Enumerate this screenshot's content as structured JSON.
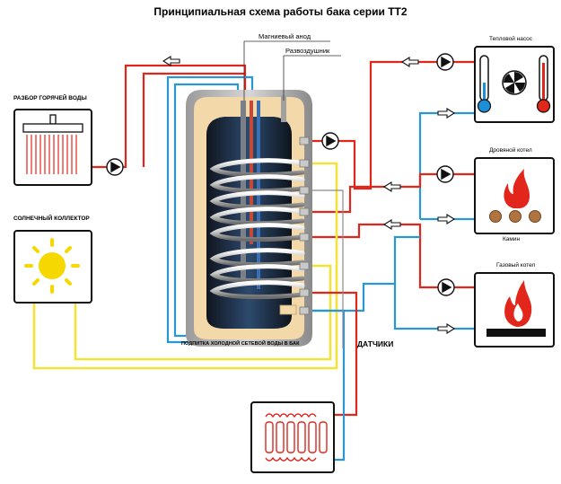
{
  "title": "Принципиальная схема работы бака серии TT2",
  "tank": {
    "anode_label": "Магниевый анод",
    "air_vent_label": "Развоздушник",
    "cold_supply_label": "ПОДПИТКА ХОЛОДНОЙ СЕТЕВОЙ ВОДЫ В БАК"
  },
  "hot_water": {
    "label": "РАЗБОР ГОРЯЧЕЙ ВОДЫ"
  },
  "solar": {
    "label": "СОЛНЕЧНЫЙ КОЛЛЕКТОР"
  },
  "heat_pump": {
    "label": "Тепловой насос"
  },
  "wood_boiler": {
    "label": "Дровяной котел",
    "sub_label": "Камин"
  },
  "gas_boiler": {
    "label": "Газовый котел"
  },
  "sensors": {
    "label": "ДАТЧИКИ"
  },
  "colors": {
    "hot_pipe": "#e1261c",
    "cold_pipe": "#2a97d4",
    "solar_pipe": "#f2e33a",
    "tank_insulation": "#f3d9aa",
    "tank_inner": "#1e2a3c",
    "flame": "#e3261b",
    "sun": "#f5d800"
  }
}
